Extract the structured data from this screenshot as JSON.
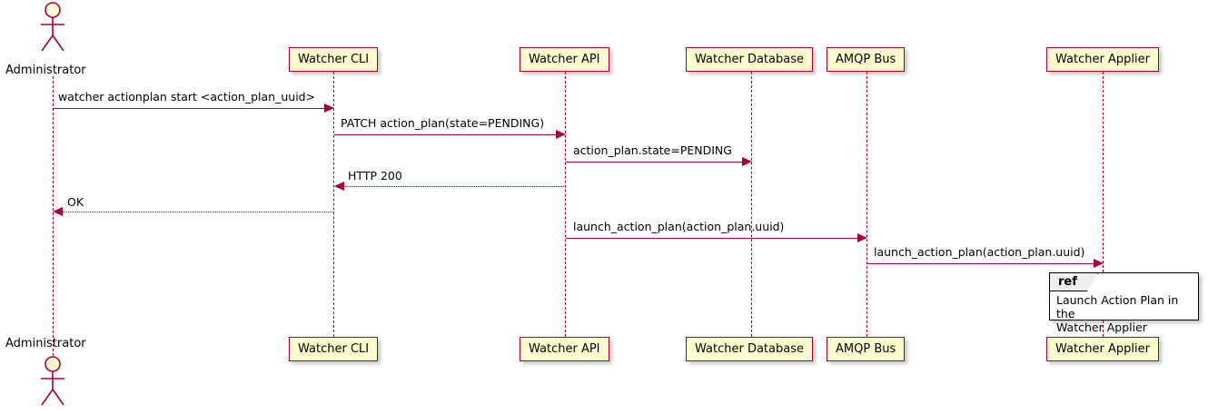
{
  "diagram": {
    "type": "sequence-diagram",
    "colors": {
      "participant_fill": "#FEFECE",
      "participant_border": "#A80036",
      "arrow": "#A80036",
      "text": "#000000",
      "ref_border": "#000000",
      "ref_tab_fill": "#EEEEEE",
      "background": "#FFFFFF"
    }
  },
  "actors": [
    {
      "name": "Administrator",
      "label": "Administrator"
    }
  ],
  "participants": [
    {
      "id": "cli",
      "label": "Watcher CLI"
    },
    {
      "id": "api",
      "label": "Watcher API"
    },
    {
      "id": "db",
      "label": "Watcher Database"
    },
    {
      "id": "amqp",
      "label": "AMQP Bus"
    },
    {
      "id": "applier",
      "label": "Watcher Applier"
    }
  ],
  "messages": [
    {
      "index": 1,
      "from": "Administrator",
      "to": "Watcher CLI",
      "label": "watcher actionplan start <action_plan_uuid>",
      "style": "solid",
      "direction": "right"
    },
    {
      "index": 2,
      "from": "Watcher CLI",
      "to": "Watcher API",
      "label": "PATCH action_plan(state=PENDING)",
      "style": "solid",
      "direction": "right"
    },
    {
      "index": 3,
      "from": "Watcher API",
      "to": "Watcher Database",
      "label": "action_plan.state=PENDING",
      "style": "solid",
      "direction": "right"
    },
    {
      "index": 4,
      "from": "Watcher API",
      "to": "Watcher CLI",
      "label": "HTTP 200",
      "style": "dotted",
      "direction": "left"
    },
    {
      "index": 5,
      "from": "Watcher CLI",
      "to": "Administrator",
      "label": "OK",
      "style": "dotted",
      "direction": "left"
    },
    {
      "index": 6,
      "from": "Watcher API",
      "to": "AMQP Bus",
      "label": "launch_action_plan(action_plan.uuid)",
      "style": "solid",
      "direction": "right"
    },
    {
      "index": 7,
      "from": "AMQP Bus",
      "to": "Watcher Applier",
      "label": "launch_action_plan(action_plan.uuid)",
      "style": "solid",
      "direction": "right"
    }
  ],
  "fragments": [
    {
      "kind": "ref",
      "tab_label": "ref",
      "line1": "Launch Action Plan in the",
      "line2": "Watcher Applier"
    }
  ]
}
